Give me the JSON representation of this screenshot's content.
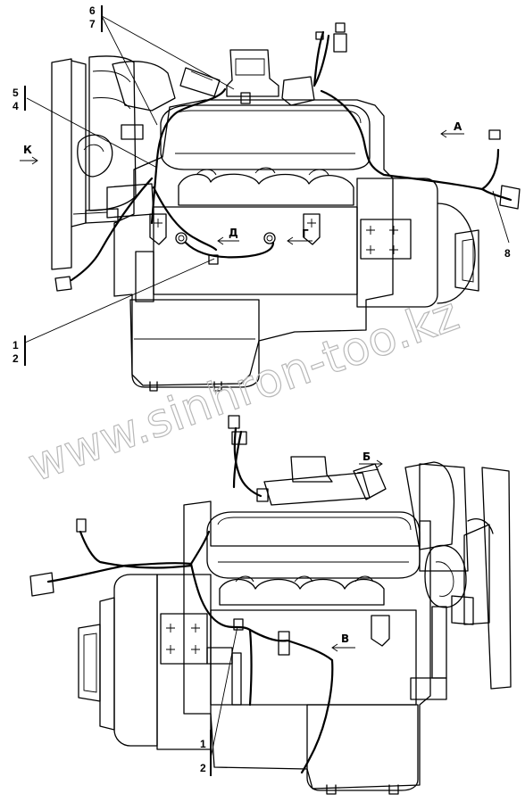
{
  "watermark": "www.sinhron-too.kz",
  "top_view": {
    "callouts": {
      "c6": "6",
      "c7": "7",
      "c5": "5",
      "c4": "4",
      "c1": "1",
      "c2": "2",
      "c8": "8"
    },
    "view_arrows": {
      "k": "К",
      "a": "А",
      "d": "Д",
      "g": "Г"
    }
  },
  "bottom_view": {
    "callouts": {
      "c1": "1",
      "c2": "2"
    },
    "view_arrows": {
      "b": "Б",
      "v": "В"
    }
  }
}
